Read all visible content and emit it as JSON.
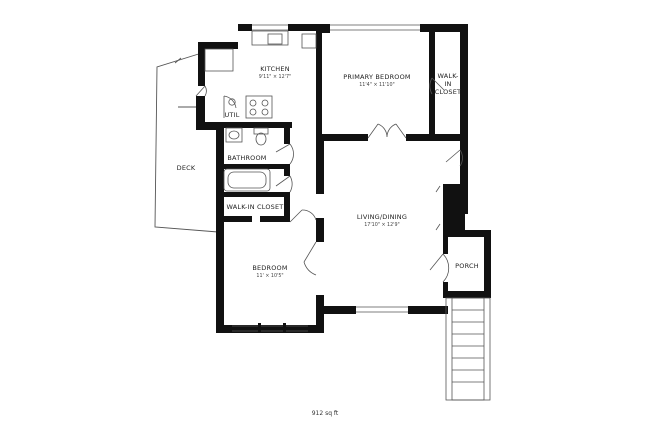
{
  "rooms": {
    "kitchen": {
      "name": "KITCHEN",
      "dims": "9'11\" × 12'7\""
    },
    "primary_bedroom": {
      "name": "PRIMARY BEDROOM",
      "dims": "11'4\" × 11'10\""
    },
    "walk_in_closet_primary": {
      "line1": "WALK-",
      "line2": "IN",
      "line3": "CLOSET"
    },
    "util": {
      "name": "UTIL"
    },
    "deck": {
      "name": "DECK"
    },
    "bathroom": {
      "name": "BATHROOM"
    },
    "walk_in_closet": {
      "name": "WALK-IN CLOSET"
    },
    "living_dining": {
      "name": "LIVING/DINING",
      "dims": "17'10\" × 12'9\""
    },
    "bedroom": {
      "name": "BEDROOM",
      "dims": "11' × 10'5\""
    },
    "porch": {
      "name": "PORCH"
    }
  },
  "footer": {
    "area": "912 sq ft"
  },
  "colors": {
    "wall": "#111111",
    "thin_line": "#555555",
    "background": "#ffffff"
  }
}
